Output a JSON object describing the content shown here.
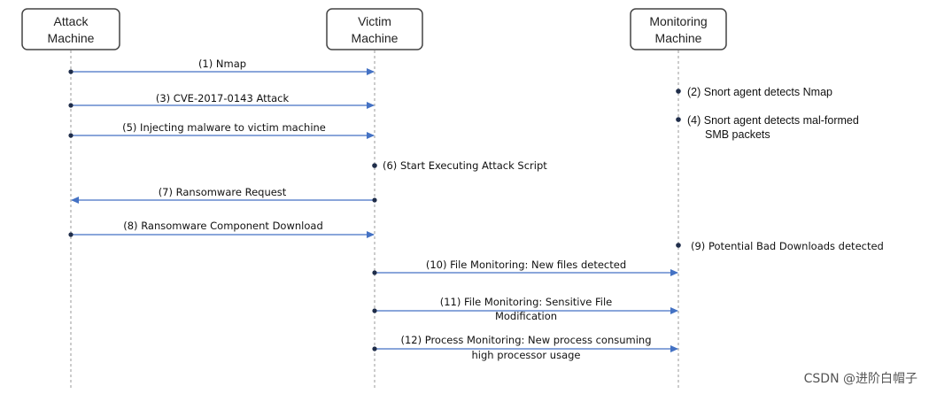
{
  "actors": [
    {
      "id": "attack",
      "lines": [
        "Attack",
        "Machine"
      ]
    },
    {
      "id": "victim",
      "lines": [
        "Victim",
        "Machine"
      ]
    },
    {
      "id": "monitor",
      "lines": [
        "Monitoring",
        "Machine"
      ]
    }
  ],
  "messages": [
    {
      "step": "1",
      "from": "attack",
      "to": "victim",
      "lines": [
        "(1) Nmap"
      ]
    },
    {
      "step": "3",
      "from": "attack",
      "to": "victim",
      "lines": [
        "(3) CVE-2017-0143 Attack"
      ]
    },
    {
      "step": "5",
      "from": "attack",
      "to": "victim",
      "lines": [
        "(5) Injecting malware to victim machine"
      ]
    },
    {
      "step": "7",
      "from": "victim",
      "to": "attack",
      "lines": [
        "(7) Ransomware Request"
      ]
    },
    {
      "step": "8",
      "from": "attack",
      "to": "victim",
      "lines": [
        "(8) Ransomware Component Download"
      ]
    },
    {
      "step": "10",
      "from": "victim",
      "to": "monitor",
      "lines": [
        "(10) File Monitoring: New files detected"
      ]
    },
    {
      "step": "11",
      "from": "victim",
      "to": "monitor",
      "lines": [
        "(11) File Monitoring: Sensitive File",
        "Modification"
      ]
    },
    {
      "step": "12",
      "from": "victim",
      "to": "monitor",
      "lines": [
        "(12) Process Monitoring: New process consuming",
        "high processor usage"
      ]
    }
  ],
  "notes": [
    {
      "step": "2",
      "actor": "monitor",
      "lines": [
        "(2) Snort agent detects Nmap"
      ]
    },
    {
      "step": "4",
      "actor": "monitor",
      "lines": [
        "(4) Snort agent detects mal-formed",
        "SMB packets"
      ]
    },
    {
      "step": "6",
      "actor": "victim",
      "lines": [
        "(6) Start Executing Attack Script"
      ]
    },
    {
      "step": "9",
      "actor": "monitor",
      "lines": [
        "(9) Potential Bad Downloads detected"
      ]
    }
  ],
  "watermark": "CSDN @进阶白帽子",
  "colors": {
    "arrow": "#4472c4",
    "lifeline": "#9a9a9a",
    "box_border": "#444444",
    "dot": "#1f2d4a",
    "text": "#111111"
  }
}
